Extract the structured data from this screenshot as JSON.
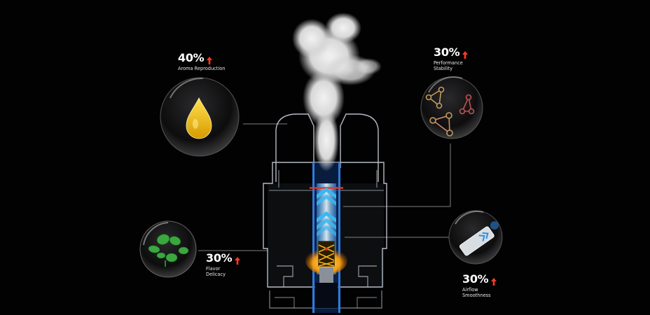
{
  "colors": {
    "background": "#020203",
    "accent_arrow": "#ff3b1f",
    "line": "#8a8a8a",
    "oil": "#f2c400",
    "leaf": "#35a63a",
    "blue_chevron": "#35b6f0",
    "coil": "#f5b21a"
  },
  "features": [
    {
      "id": "aroma",
      "percent": "40%",
      "icon": "up-arrow-icon",
      "label_lines": [
        "Aroma Reproduction"
      ],
      "bubble_icon": "oil-drop-icon"
    },
    {
      "id": "performance",
      "percent": "30%",
      "icon": "up-arrow-icon",
      "label_lines": [
        "Performance",
        "Stability"
      ],
      "bubble_icon": "molecule-icon"
    },
    {
      "id": "flavor",
      "percent": "30%",
      "icon": "up-arrow-icon",
      "label_lines": [
        "Flavor",
        "Delicacy"
      ],
      "bubble_icon": "leaf-plant-icon"
    },
    {
      "id": "airflow",
      "percent": "30%",
      "icon": "up-arrow-icon",
      "label_lines": [
        "Airflow",
        "Smoothness"
      ],
      "bubble_icon": "airflow-tube-icon"
    }
  ]
}
